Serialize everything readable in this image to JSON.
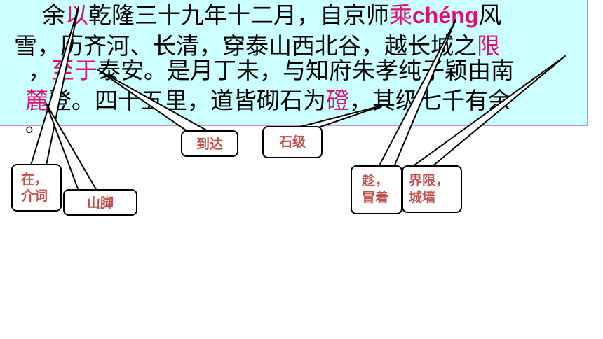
{
  "passage": {
    "line1": {
      "t1": "余",
      "h1": "以",
      "t2": "乾隆三十九年十二月，自京师",
      "h2": "乘",
      "pinyin": "chéng",
      "t3": "风"
    },
    "line2": {
      "t1": "雪，历齐河、长清，穿泰山西北谷，越长城之",
      "h1": "限"
    },
    "line3": {
      "t1": "，",
      "h1": "至于",
      "t2": "泰安。是月丁未，与知府朱孝纯子颖由南"
    },
    "line4": {
      "h1": "麓",
      "t1": "登。四十五里，道皆砌石为",
      "h2": "磴",
      "t2": "，其级七千有余"
    },
    "line5": {
      "t1": "。"
    }
  },
  "callouts": {
    "daoda": "到达",
    "shiji": "石级",
    "zai_line1": "在，",
    "zai_line2": "介词",
    "shanjiao": "山脚",
    "chen_line1": "趁，",
    "chen_line2": "冒着",
    "jiexian_line1": "界限，",
    "jiexian_line2": "城墙"
  },
  "colors": {
    "highlight": "#e0106e",
    "callout_text": "#c0504d",
    "passage_bg": "#ccffff"
  }
}
